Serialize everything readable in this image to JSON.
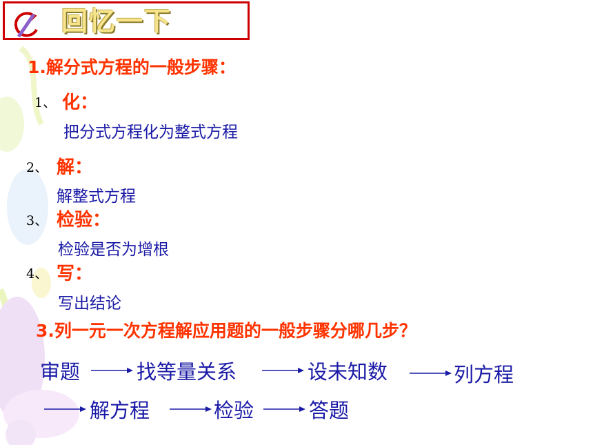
{
  "title": "回忆一下",
  "section1": {
    "heading": "1.解分式方程的一般步骤："
  },
  "steps": [
    {
      "num": "1、",
      "name": "化：",
      "desc": "把分式方程化为整式方程"
    },
    {
      "num": "2、",
      "name": "解：",
      "desc": "解整式方程"
    },
    {
      "num": "3、",
      "name": "检验：",
      "desc": "检验是否为增根"
    },
    {
      "num": "4、",
      "name": "写：",
      "desc": "写出结论"
    }
  ],
  "section3": {
    "heading": "3.列一元一次方程解应用题的一般步骤分哪几步？"
  },
  "flow": [
    "审题",
    "找等量关系",
    "设未知数",
    "列方程",
    "解方程",
    "检验",
    "答题"
  ],
  "colors": {
    "heading": "#ff3300",
    "body": "#1a1aa6",
    "title_border": "#cc0000"
  }
}
